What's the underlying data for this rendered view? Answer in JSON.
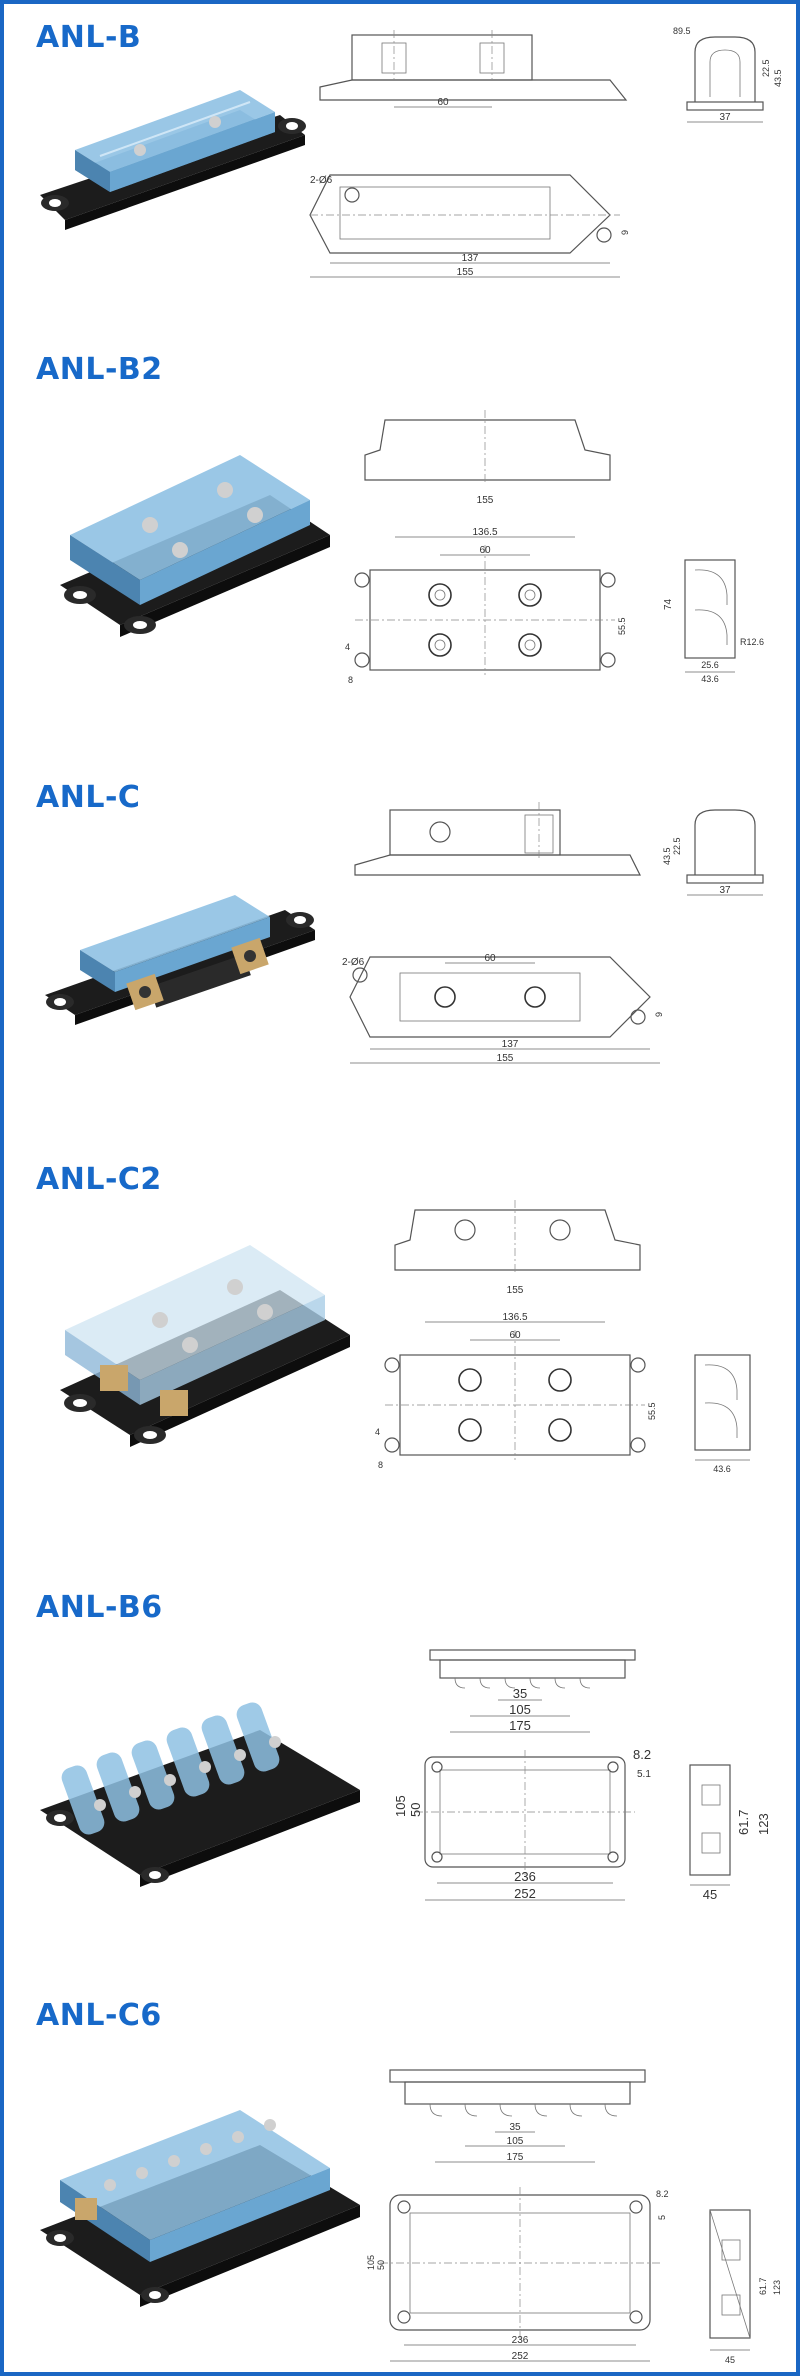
{
  "sections": [
    {
      "title": "ANL-B",
      "dims": {
        "side_60": "60",
        "side_h1": "89.5",
        "side_h2": "22.5",
        "side_h3": "43.5",
        "side_w": "37",
        "top_hole": "2-Ø6",
        "top_9": "9",
        "top_137": "137",
        "top_155": "155"
      }
    },
    {
      "title": "ANL-B2",
      "dims": {
        "front_155": "155",
        "top_136": "136.5",
        "top_60": "60",
        "top_555": "55.5",
        "top_74": "74",
        "top_4": "4",
        "top_8": "8",
        "side_r": "R12.6",
        "side_256": "25.6",
        "side_436": "43.6"
      }
    },
    {
      "title": "ANL-C",
      "dims": {
        "side_h2": "22.5",
        "side_h3": "43.5",
        "side_w": "37",
        "top_hole": "2-Ø6",
        "top_60": "60",
        "top_9": "9",
        "top_137": "137",
        "top_155": "155"
      }
    },
    {
      "title": "ANL-C2",
      "dims": {
        "front_155": "155",
        "top_136": "136.5",
        "top_60": "60",
        "top_555": "55.5",
        "top_4": "4",
        "top_8": "8",
        "side_436": "43.6"
      }
    },
    {
      "title": "ANL-B6",
      "dims": {
        "front_35": "35",
        "front_105": "105",
        "front_175": "175",
        "top_82": "8.2",
        "top_51": "5.1",
        "top_105": "105",
        "top_50": "50",
        "top_236": "236",
        "top_252": "252",
        "side_617": "61.7",
        "side_123": "123",
        "side_45": "45"
      }
    },
    {
      "title": "ANL-C6",
      "dims": {
        "front_35": "35",
        "front_105": "105",
        "front_175": "175",
        "top_82": "8.2",
        "top_5": "5",
        "top_105": "105",
        "top_50": "50",
        "top_236": "236",
        "top_252": "252",
        "side_617": "61.7",
        "side_123": "123",
        "side_45": "45"
      }
    }
  ],
  "colors": {
    "frame": "#1a67c4",
    "title": "#1769c9",
    "cover": "#7fb6dc",
    "base": "#1b1b1b",
    "brass": "#c9a66b"
  }
}
